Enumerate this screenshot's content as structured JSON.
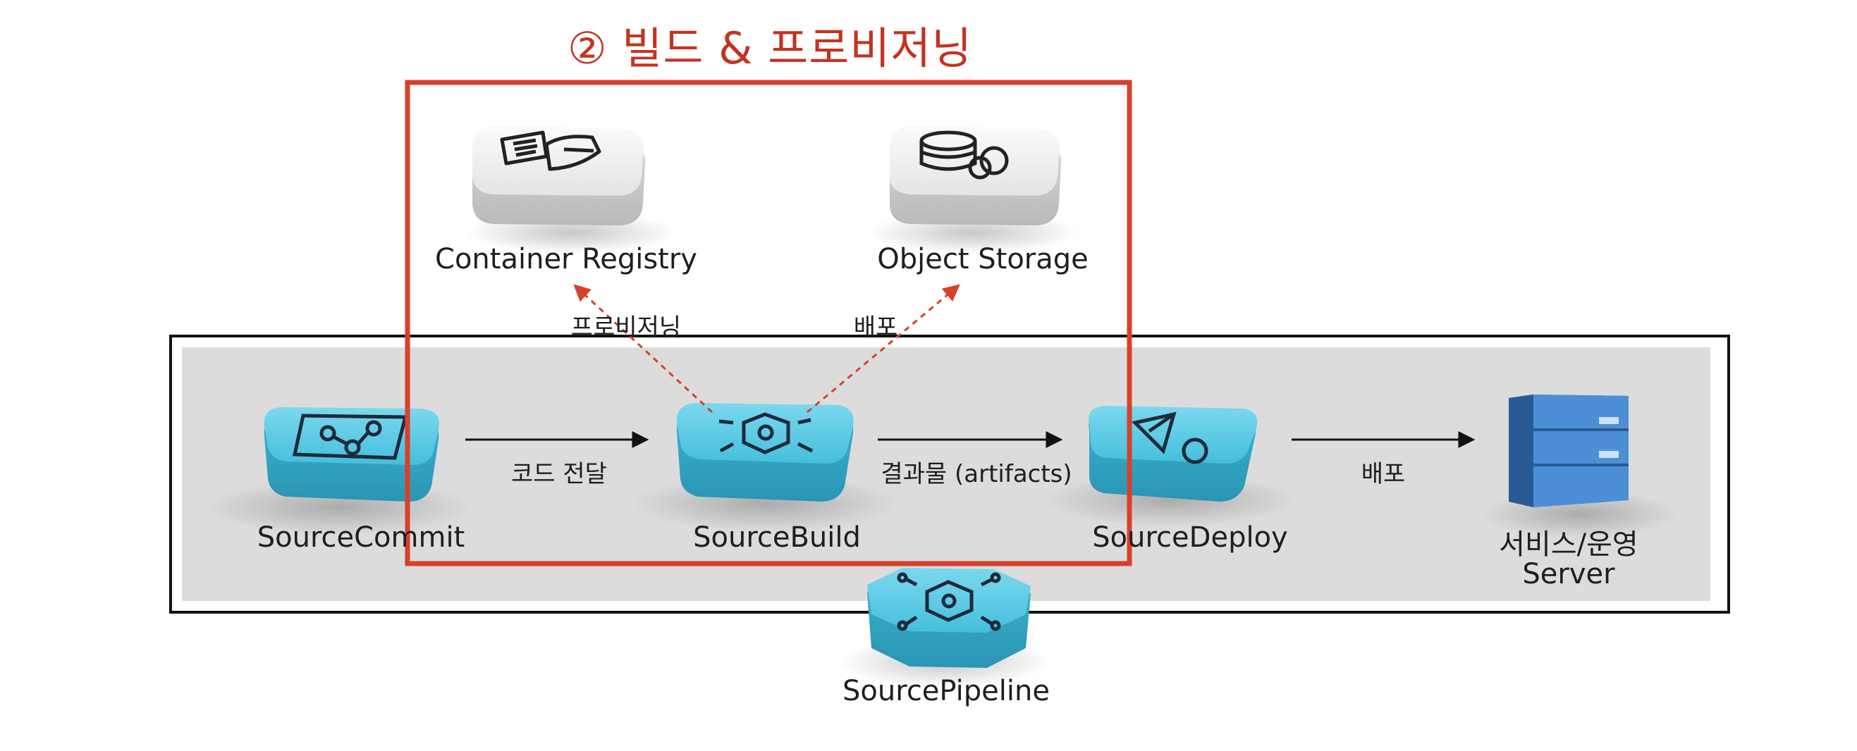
{
  "title": "② 빌드 & 프로비저닝",
  "nodes": {
    "container_registry": "Container Registry",
    "object_storage": "Object Storage",
    "source_commit": "SourceCommit",
    "source_build": "SourceBuild",
    "source_deploy": "SourceDeploy",
    "server_line1": "서비스/운영",
    "server_line2": "Server",
    "source_pipeline": "SourcePipeline"
  },
  "edges": {
    "provisioning": "프로비저닝",
    "deploy_top": "배포",
    "code_transfer": "코드 전달",
    "artifacts": "결과물 (artifacts)",
    "deploy_right": "배포"
  },
  "colors": {
    "title": "#c23420",
    "highlight_box": "#d9402a",
    "service_tile": "#4cc3df",
    "registry_tile": "#e6e6e6",
    "server": "#3f7fc9",
    "pipeline_band": "#dcdcdc",
    "dashed_arrow": "#d9402a"
  }
}
